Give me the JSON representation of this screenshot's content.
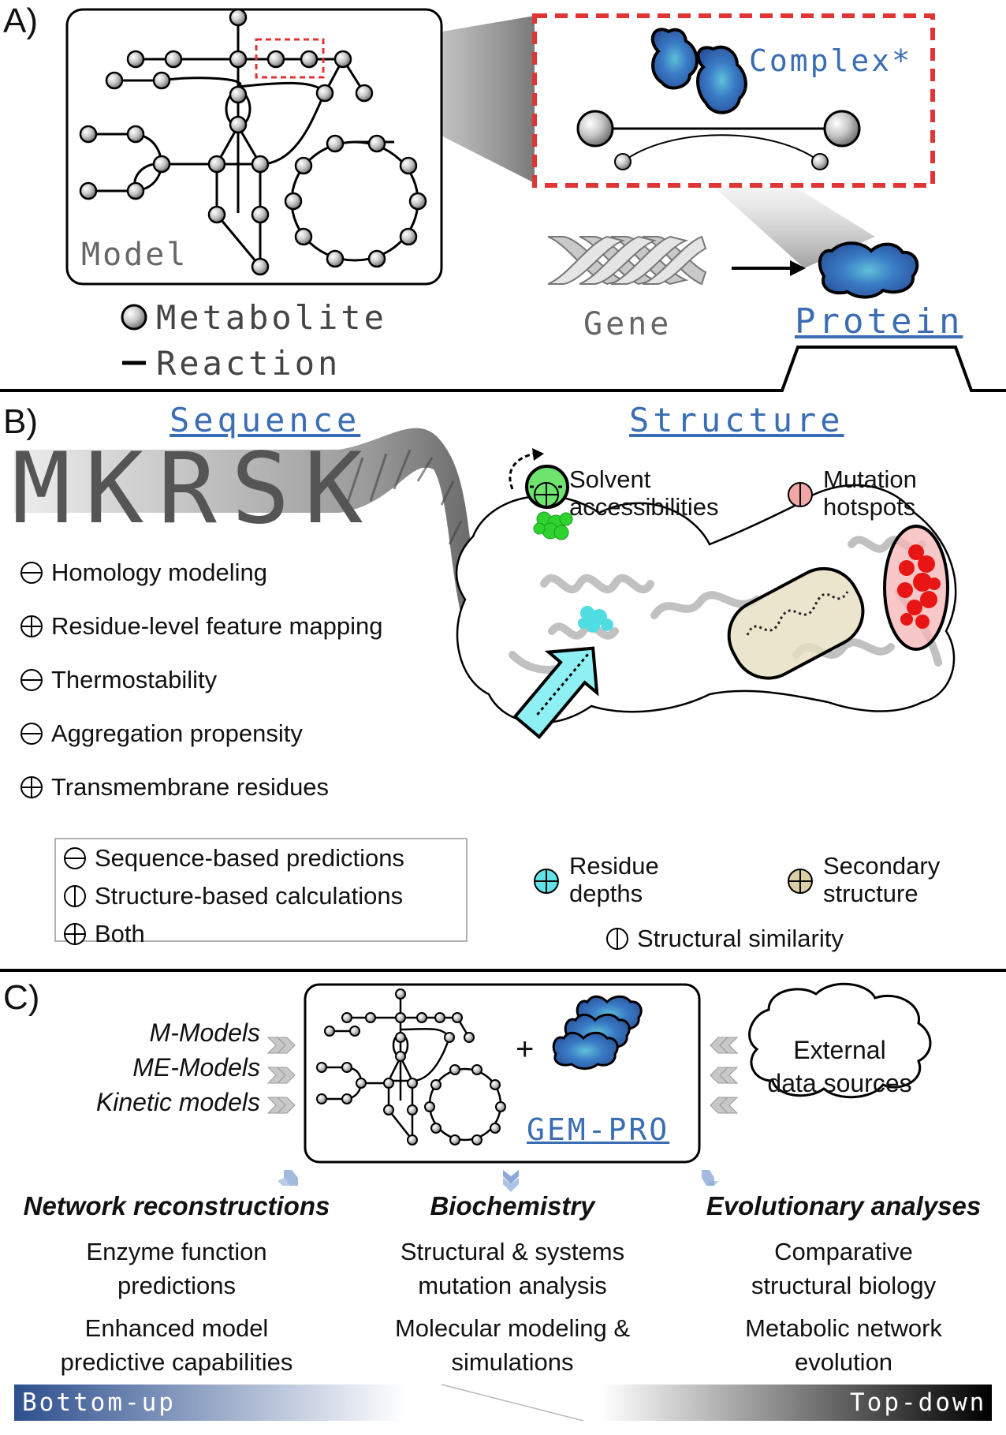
{
  "panel_a": {
    "label": "A)",
    "model_label": "Model",
    "legend": {
      "metabolite": "Metabolite",
      "reaction": "Reaction"
    },
    "complex_label": "Complex*",
    "gene_label": "Gene",
    "protein_label": "Protein"
  },
  "panel_b": {
    "label": "B)",
    "sequence_title": "Sequence",
    "structure_title": "Structure",
    "sequence_letters": "MKRSK",
    "features_left": [
      {
        "symbol": "sequence",
        "text": "Homology modeling"
      },
      {
        "symbol": "both",
        "text": "Residue-level feature mapping"
      },
      {
        "symbol": "sequence",
        "text": "Thermostability"
      },
      {
        "symbol": "sequence",
        "text": "Aggregation propensity"
      },
      {
        "symbol": "both",
        "text": "Transmembrane residues"
      }
    ],
    "key": [
      {
        "symbol": "sequence",
        "text": "Sequence-based predictions"
      },
      {
        "symbol": "structure",
        "text": "Structure-based calculations"
      },
      {
        "symbol": "both",
        "text": "Both"
      }
    ],
    "structure_features": {
      "solvent": [
        "Solvent",
        "accessibilities"
      ],
      "mutation": [
        "Mutation",
        "hotspots"
      ],
      "depths": [
        "Residue",
        "depths"
      ],
      "secondary": [
        "Secondary",
        "structure"
      ],
      "similarity": "Structural similarity"
    },
    "colors": {
      "solvent": "#6ee36e",
      "mutation": "#f2a7a7",
      "depths": "#5fe3e8",
      "secondary": "#d8cfa4"
    }
  },
  "panel_c": {
    "label": "C)",
    "inputs": [
      "M-Models",
      "ME-Models",
      "Kinetic models"
    ],
    "plus": "+",
    "gempro": "GEM-PRO",
    "external": [
      "External",
      "data sources"
    ],
    "columns": [
      {
        "title": "Network reconstructions",
        "items": [
          [
            "Enzyme function",
            "predictions"
          ],
          [
            "Enhanced model",
            "predictive capabilities"
          ]
        ]
      },
      {
        "title": "Biochemistry",
        "items": [
          [
            "Structural & systems",
            "mutation analysis"
          ],
          [
            "Molecular modeling &",
            "simulations"
          ]
        ]
      },
      {
        "title": "Evolutionary analyses",
        "items": [
          [
            "Comparative",
            "structural biology"
          ],
          [
            "Metabolic network",
            "evolution"
          ]
        ]
      }
    ],
    "bar_left": "Bottom-up",
    "bar_right": "Top-down"
  }
}
